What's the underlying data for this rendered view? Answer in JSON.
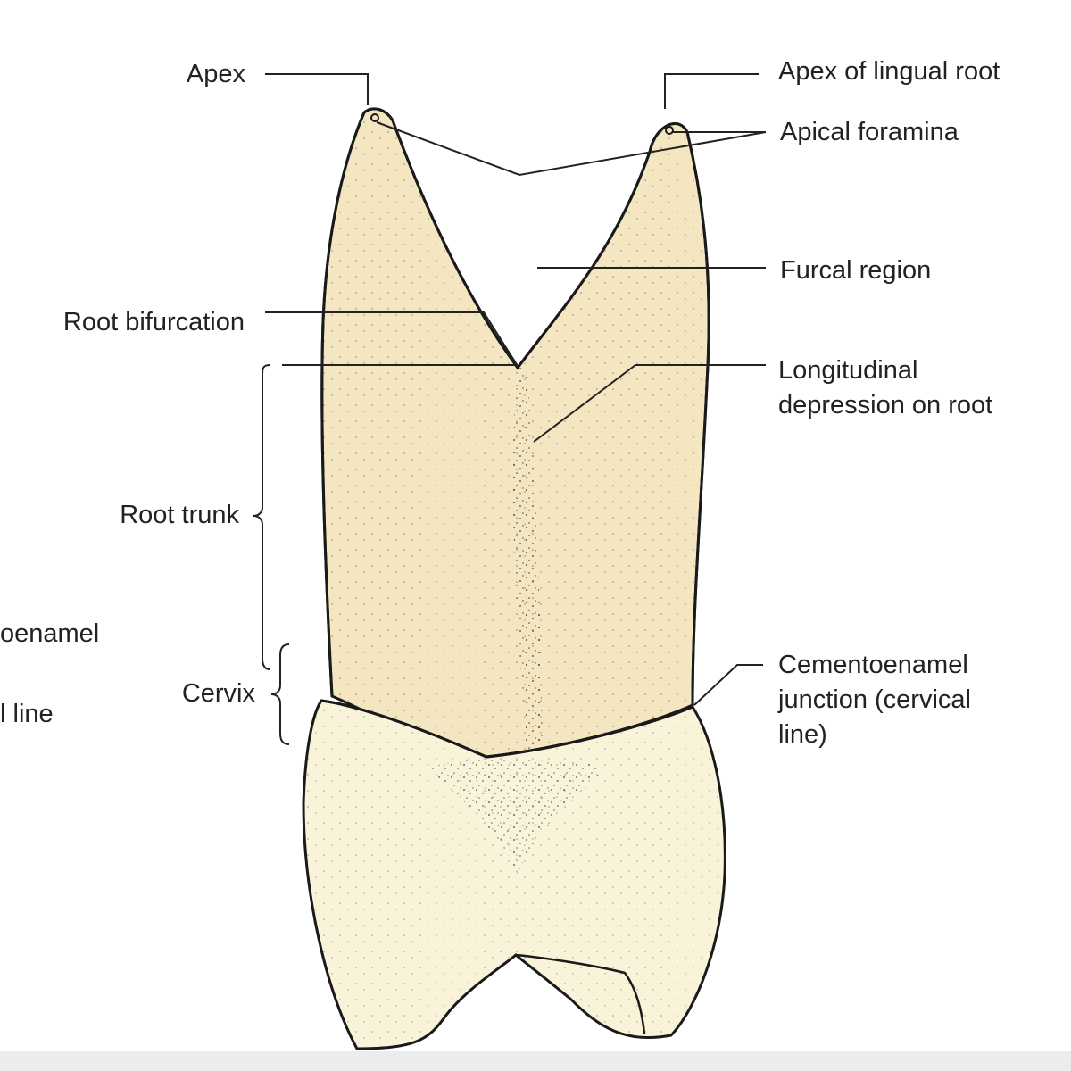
{
  "labels": {
    "apex": "Apex",
    "apex_lingual_root": "Apex of lingual root",
    "apical_foramina": "Apical foramina",
    "furcal_region": "Furcal region",
    "root_bifurcation": "Root bifurcation",
    "longitudinal_1": "Longitudinal",
    "longitudinal_2": "depression on root",
    "root_trunk": "Root trunk",
    "cementoenamel_left_1": "oenamel",
    "cervix": "Cervix",
    "cementoenamel_left_2": "l line",
    "cej_1": "Cementoenamel",
    "cej_2": "junction (cervical",
    "cej_3": "line)"
  },
  "colors": {
    "root": "#f3e6c1",
    "crown": "#f8f3d9",
    "outline": "#1a1a1a",
    "leader": "#222222"
  }
}
